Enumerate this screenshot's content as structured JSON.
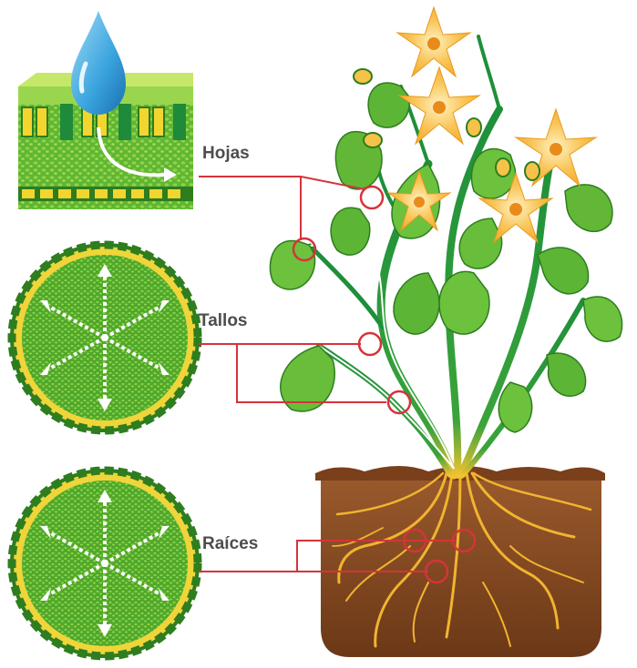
{
  "labels": {
    "leaves": "Hojas",
    "stems": "Tallos",
    "roots": "Raíces"
  },
  "colors": {
    "callout_line": "#d6333b",
    "water_drop": "#3aa0dc",
    "soil": "#8a4b26",
    "petal": "#f8b53a",
    "leaf": "#5cb535",
    "root": "#f1b430",
    "tissue": "#5fb632"
  },
  "icons": {
    "water": "water-drop-icon",
    "flow_arrow": "white-arrow-icon",
    "callout_marker": "red-circle-marker-icon"
  }
}
